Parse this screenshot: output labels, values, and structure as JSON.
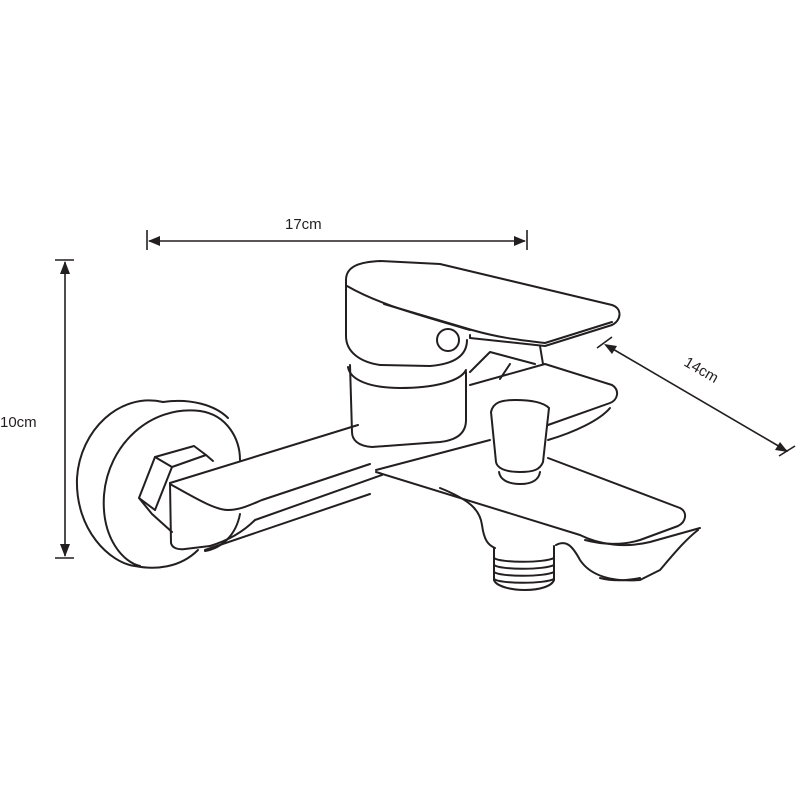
{
  "diagram": {
    "subject": "wall-mounted bath faucet",
    "line_color": "#231f20",
    "background": "#ffffff"
  },
  "dimensions": {
    "width": {
      "label": "17cm"
    },
    "height": {
      "label": "10cm"
    },
    "depth": {
      "label": "14cm"
    }
  }
}
